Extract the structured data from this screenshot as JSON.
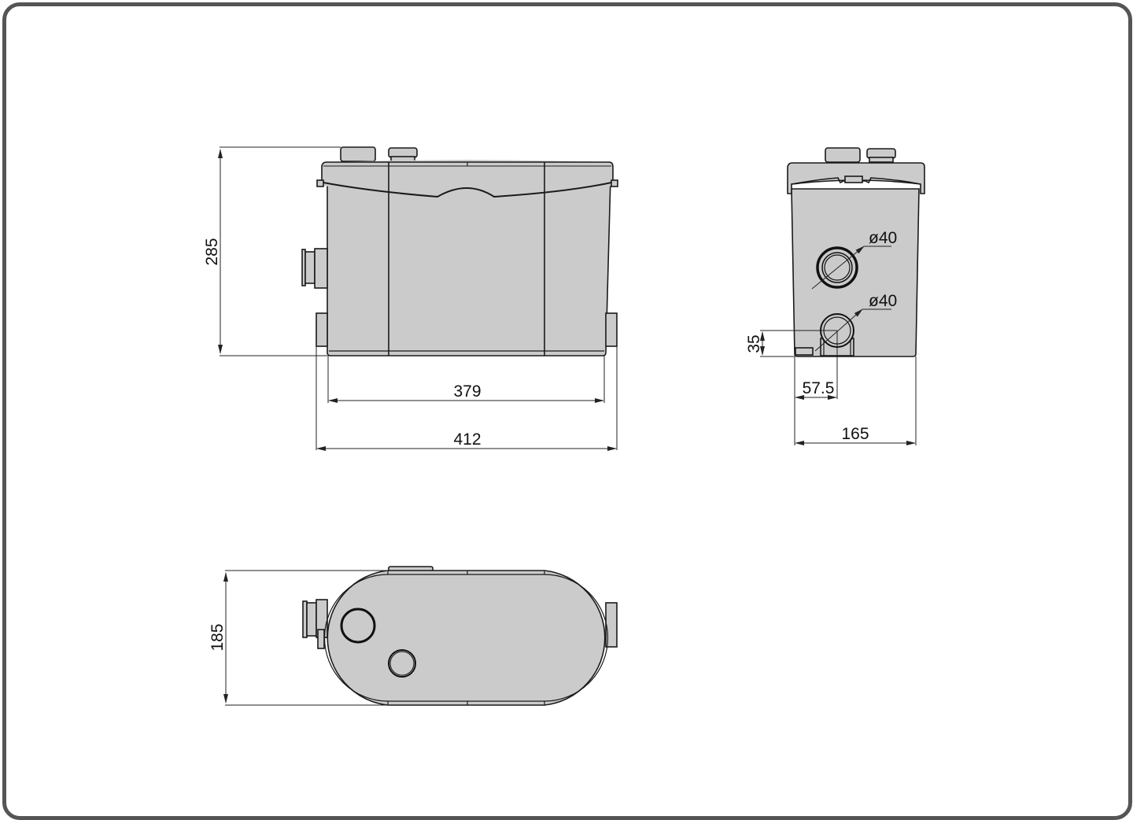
{
  "drawing": {
    "title": "Technical dimension drawing",
    "colors": {
      "border": "#555555",
      "body_fill": "#cbcbcb",
      "line": "#1a1a1a"
    },
    "front_view": {
      "height_label": "285",
      "inner_width_label": "379",
      "overall_width_label": "412"
    },
    "side_view": {
      "upper_port_label": "ø40",
      "lower_port_label": "ø40",
      "port_height_label": "35",
      "port_offset_label": "57.5",
      "depth_label": "165"
    },
    "top_view": {
      "width_label": "185"
    }
  }
}
